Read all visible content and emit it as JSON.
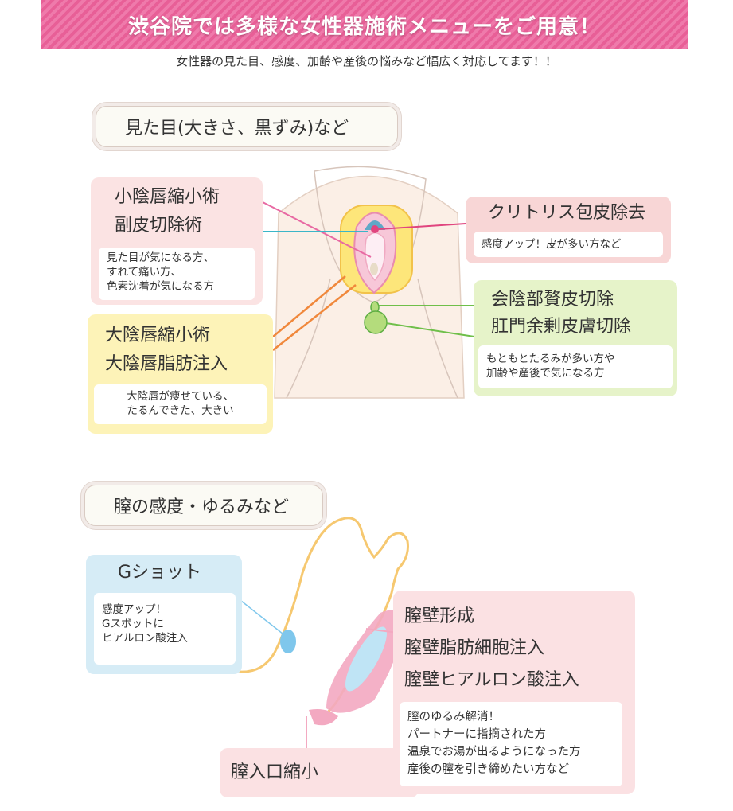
{
  "banner": {
    "title": "渋谷院では多様な女性器施術メニューをご用意！"
  },
  "subtitle": "女性器の見た目、感度、加齢や産後の悩みなど幅広く対応してます！！",
  "section1": {
    "header": "見た目(大きさ、黒ずみ)など",
    "labia_minora": {
      "titles": [
        "小陰唇縮小術",
        "副皮切除術"
      ],
      "notes": [
        "見た目が気になる方、",
        "すれて痛い方、",
        "色素沈着が気になる方"
      ],
      "color": "#fbe3e3"
    },
    "clitoris": {
      "title": "クリトリス包皮除去",
      "note": "感度アップ！皮が多い方など",
      "color": "#f8d6d6"
    },
    "perineum": {
      "titles": [
        "会陰部贅皮切除",
        "肛門余剰皮膚切除"
      ],
      "notes": [
        "もともとたるみが多い方や",
        "加齢や産後で気になる方"
      ],
      "color": "#e6f3c9"
    },
    "labia_majora": {
      "titles": [
        "大陰唇縮小術",
        "大陰唇脂肪注入"
      ],
      "notes": [
        "大陰唇が痩せている、",
        "たるんできた、大きい"
      ],
      "color": "#fdf3b8"
    }
  },
  "section2": {
    "header": "膣の感度・ゆるみなど",
    "gshot": {
      "title": "Gショット",
      "notes": [
        "感度アップ！",
        "Gスポットに",
        "ヒアルロン酸注入"
      ],
      "color": "#d6ecf6"
    },
    "vaginal_wall": {
      "titles": [
        "膣壁形成",
        "膣壁脂肪細胞注入",
        "膣壁ヒアルロン酸注入"
      ],
      "notes": [
        "膣のゆるみ解消！",
        "パートナーに指摘された方",
        "温泉でお湯が出るようになった方",
        "産後の膣を引き締めたい方など"
      ],
      "color": "#fbe1e3"
    },
    "entrance": {
      "title": "膣入口縮小"
    }
  }
}
